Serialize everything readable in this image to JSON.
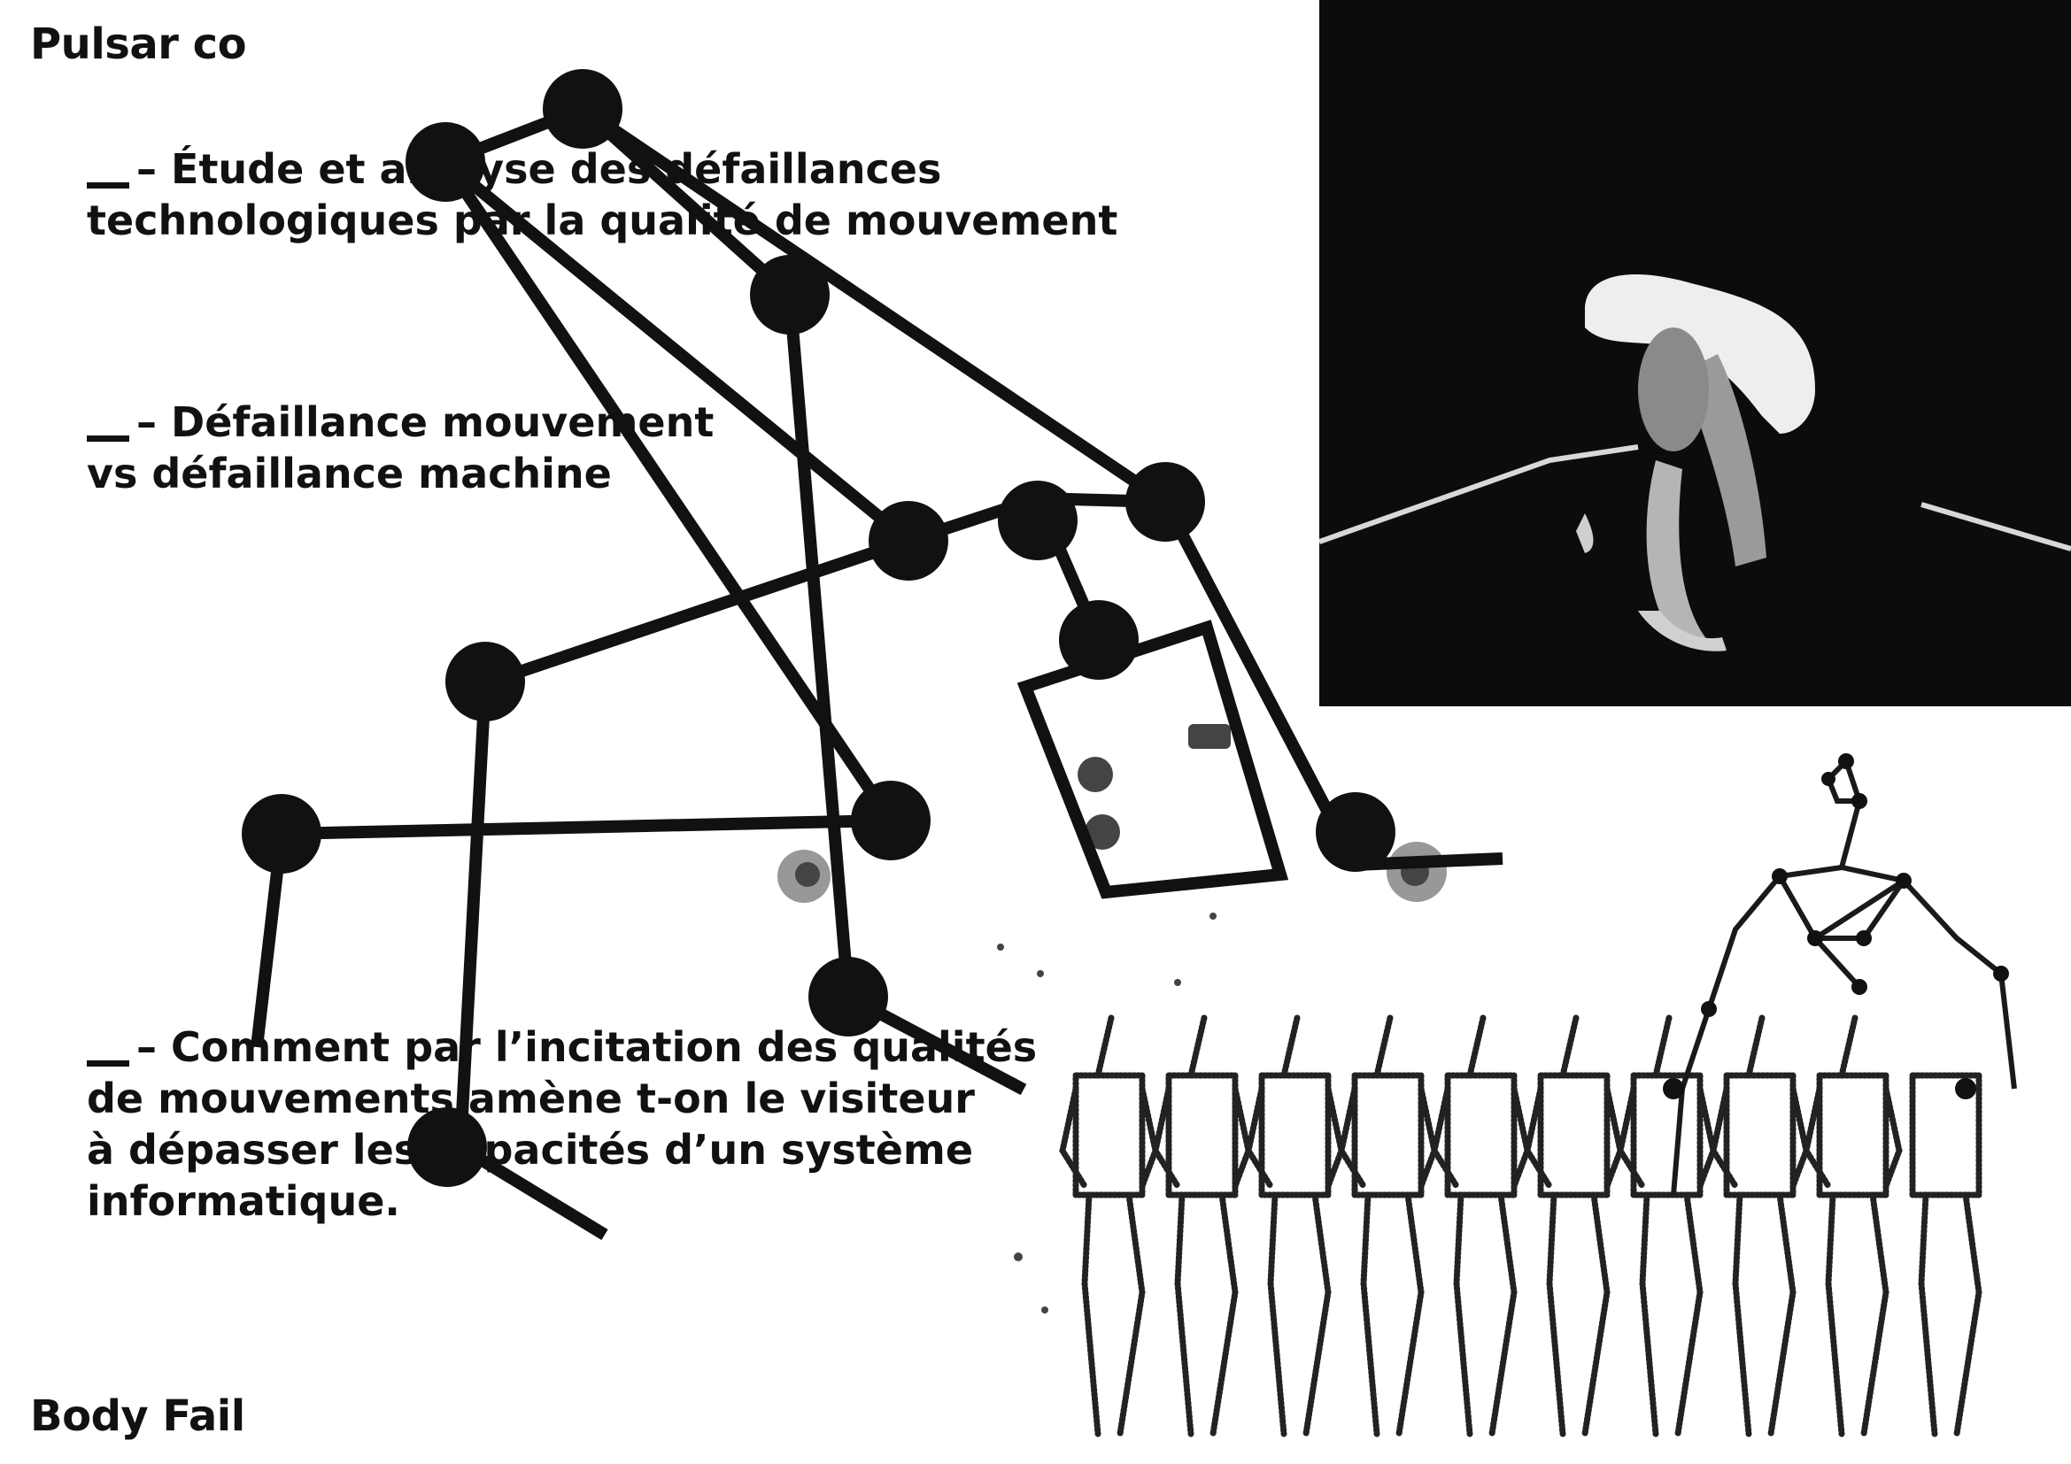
{
  "labels": {
    "top_left": "Pulsar co",
    "bottom_left": "Body Fail"
  },
  "bullets": [
    {
      "lines": [
        "– Étude et analyse des défaillances",
        "technologiques par la qualité de mouvement"
      ]
    },
    {
      "lines": [
        "– Défaillance mouvement",
        "vs défaillance machine"
      ]
    },
    {
      "lines": [
        "– Comment par l’incitation des qualités",
        "de mouvements amène t-on le visiteur",
        "à dépasser les capacités d’un système",
        "informatique."
      ]
    }
  ],
  "colors": {
    "ink": "#111111",
    "background": "#ffffff",
    "photo_bg": "#0c0c0c"
  }
}
